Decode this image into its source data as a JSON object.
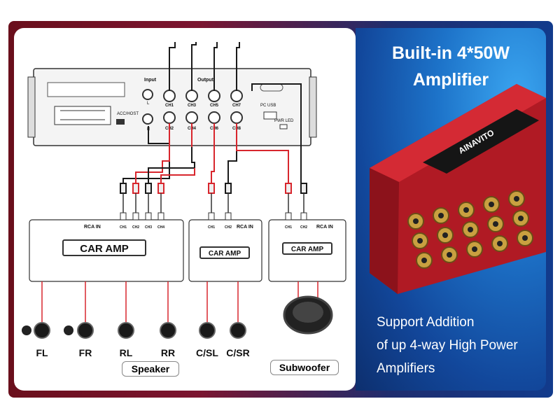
{
  "headline": {
    "line1": "Built-in 4*50W",
    "line2": "Amplifier"
  },
  "subtext": {
    "line1": "Support Addition",
    "line2": "of up 4-way High Power",
    "line3": "Amplifiers"
  },
  "brand": "AINAVITO",
  "unit": {
    "input_label": "Input",
    "output_label": "Output",
    "input_l": "L",
    "input_r": "R",
    "channels_top": [
      "CH1",
      "CH3",
      "CH5",
      "CH7"
    ],
    "channels_bottom": [
      "CH2",
      "CH4",
      "CH6",
      "CH8"
    ],
    "acc_host": "ACC/HOST",
    "pc_usb": "PC USB",
    "pwr_led": "PWR LED"
  },
  "amps": [
    {
      "title": "CAR AMP",
      "rca": "RCA IN",
      "channels": [
        "CH1",
        "CH2",
        "CH3",
        "CH4"
      ]
    },
    {
      "title": "CAR AMP",
      "rca": "RCA IN",
      "channels": [
        "CH1",
        "CH2"
      ]
    },
    {
      "title": "CAR AMP",
      "rca": "RCA IN",
      "channels": [
        "CH1",
        "CH2"
      ]
    }
  ],
  "speakers": [
    "FL",
    "FR",
    "RL",
    "RR",
    "C/SL",
    "C/SR"
  ],
  "tags": {
    "speaker": "Speaker",
    "subwoofer": "Subwoofer"
  },
  "colors": {
    "wire_red": "#d8262d",
    "wire_black": "#1a1a1a",
    "promo_blue": "#1d73c9",
    "amp_red": "#c8202c"
  }
}
